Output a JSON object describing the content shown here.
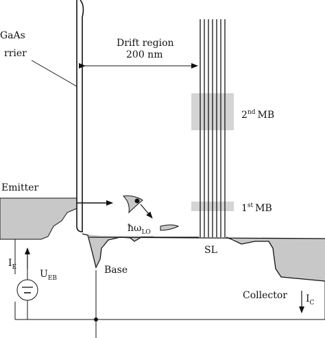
{
  "labels": {
    "barrier_line1": "GaAs",
    "barrier_line2": "rrier",
    "drift_line1": "Drift region",
    "drift_line2": "200 nm",
    "mb2_num": "2",
    "mb2_sup": "nd",
    "mb2_unit": "MB",
    "mb1_num": "1",
    "mb1_sup": "st",
    "mb1_unit": "MB",
    "emitter": "Emitter",
    "base": "Base",
    "sl": "SL",
    "collector": "Collector",
    "phonon": "ħω",
    "phonon_sub": "LO",
    "ie": "I",
    "ie_sub": "E",
    "ueb": "U",
    "ueb_sub": "EB",
    "ic": "I",
    "ic_sub": "C"
  },
  "colors": {
    "ink": "#111111",
    "shade": "#c8c8c8",
    "band": "#d4d4d4",
    "background": "#ffffff"
  }
}
